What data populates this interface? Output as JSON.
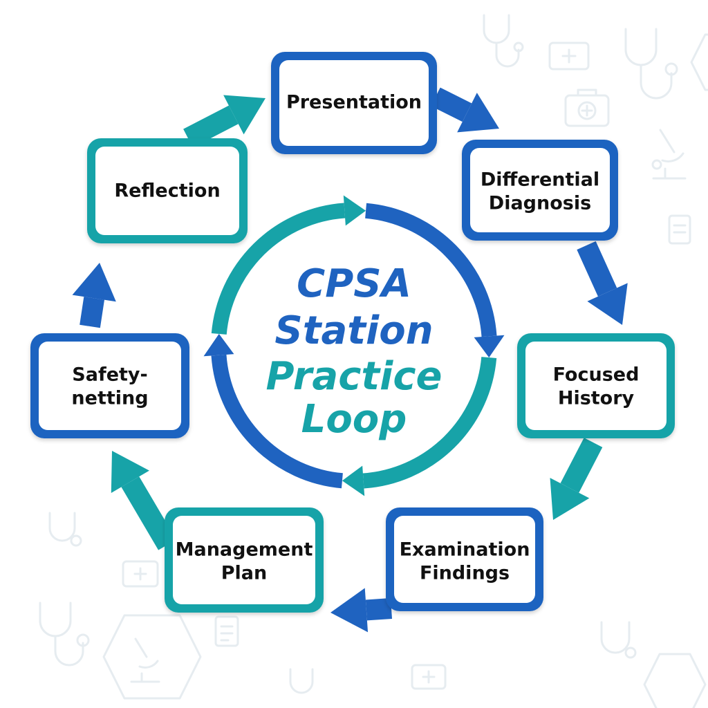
{
  "title": {
    "lines": [
      "CPSA",
      "Station",
      "Practice",
      "Loop"
    ]
  },
  "nodes": [
    {
      "label": [
        "Presentation"
      ]
    },
    {
      "label": [
        "Differential",
        "Diagnosis"
      ]
    },
    {
      "label": [
        "Focused",
        "History"
      ]
    },
    {
      "label": [
        "Examination",
        "Findings"
      ]
    },
    {
      "label": [
        "Management",
        "Plan"
      ]
    },
    {
      "label": [
        "Safety-",
        "netting"
      ]
    },
    {
      "label": [
        "Reflection"
      ]
    }
  ],
  "colors": {
    "blue": "#1f63c0",
    "teal": "#17a3a8",
    "ink": "#111111",
    "background": "#ffffff",
    "watermark": "#e6ecf0"
  },
  "decorations": {
    "watermark_icons": [
      "stethoscope-icon",
      "first-aid-kit-icon",
      "microscope-icon",
      "clipboard-icon",
      "hexagon-icon"
    ]
  }
}
